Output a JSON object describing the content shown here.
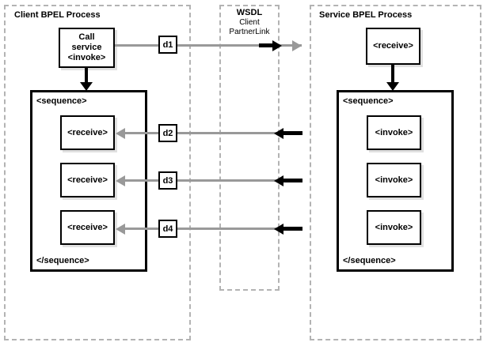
{
  "lanes": {
    "client": {
      "title": "Client BPEL Process"
    },
    "wsdl": {
      "line1": "WSDL",
      "line2": "Client",
      "line3": "PartnerLink"
    },
    "service": {
      "title": "Service BPEL Process"
    }
  },
  "client": {
    "invoke_box": "Call\nservice\n<invoke>",
    "invoke_line1": "Call",
    "invoke_line2": "service",
    "invoke_line3": "<invoke>",
    "sequence_open": "<sequence>",
    "sequence_close": "</sequence>",
    "activities": [
      {
        "label": "<receive>"
      },
      {
        "label": "<receive>"
      },
      {
        "label": "<receive>"
      }
    ]
  },
  "service": {
    "receive_box": "<receive>",
    "sequence_open": "<sequence>",
    "sequence_close": "</sequence>",
    "activities": [
      {
        "label": "<invoke>"
      },
      {
        "label": "<invoke>"
      },
      {
        "label": "<invoke>"
      }
    ]
  },
  "messages": [
    {
      "id": "d1",
      "label": "d1",
      "direction": "client-to-service"
    },
    {
      "id": "d2",
      "label": "d2",
      "direction": "service-to-client"
    },
    {
      "id": "d3",
      "label": "d3",
      "direction": "service-to-client"
    },
    {
      "id": "d4",
      "label": "d4",
      "direction": "service-to-client"
    }
  ],
  "colors": {
    "lane_border": "#b3b3b3",
    "flow_line": "#999999",
    "activity_border": "#000000",
    "background": "#ffffff"
  }
}
